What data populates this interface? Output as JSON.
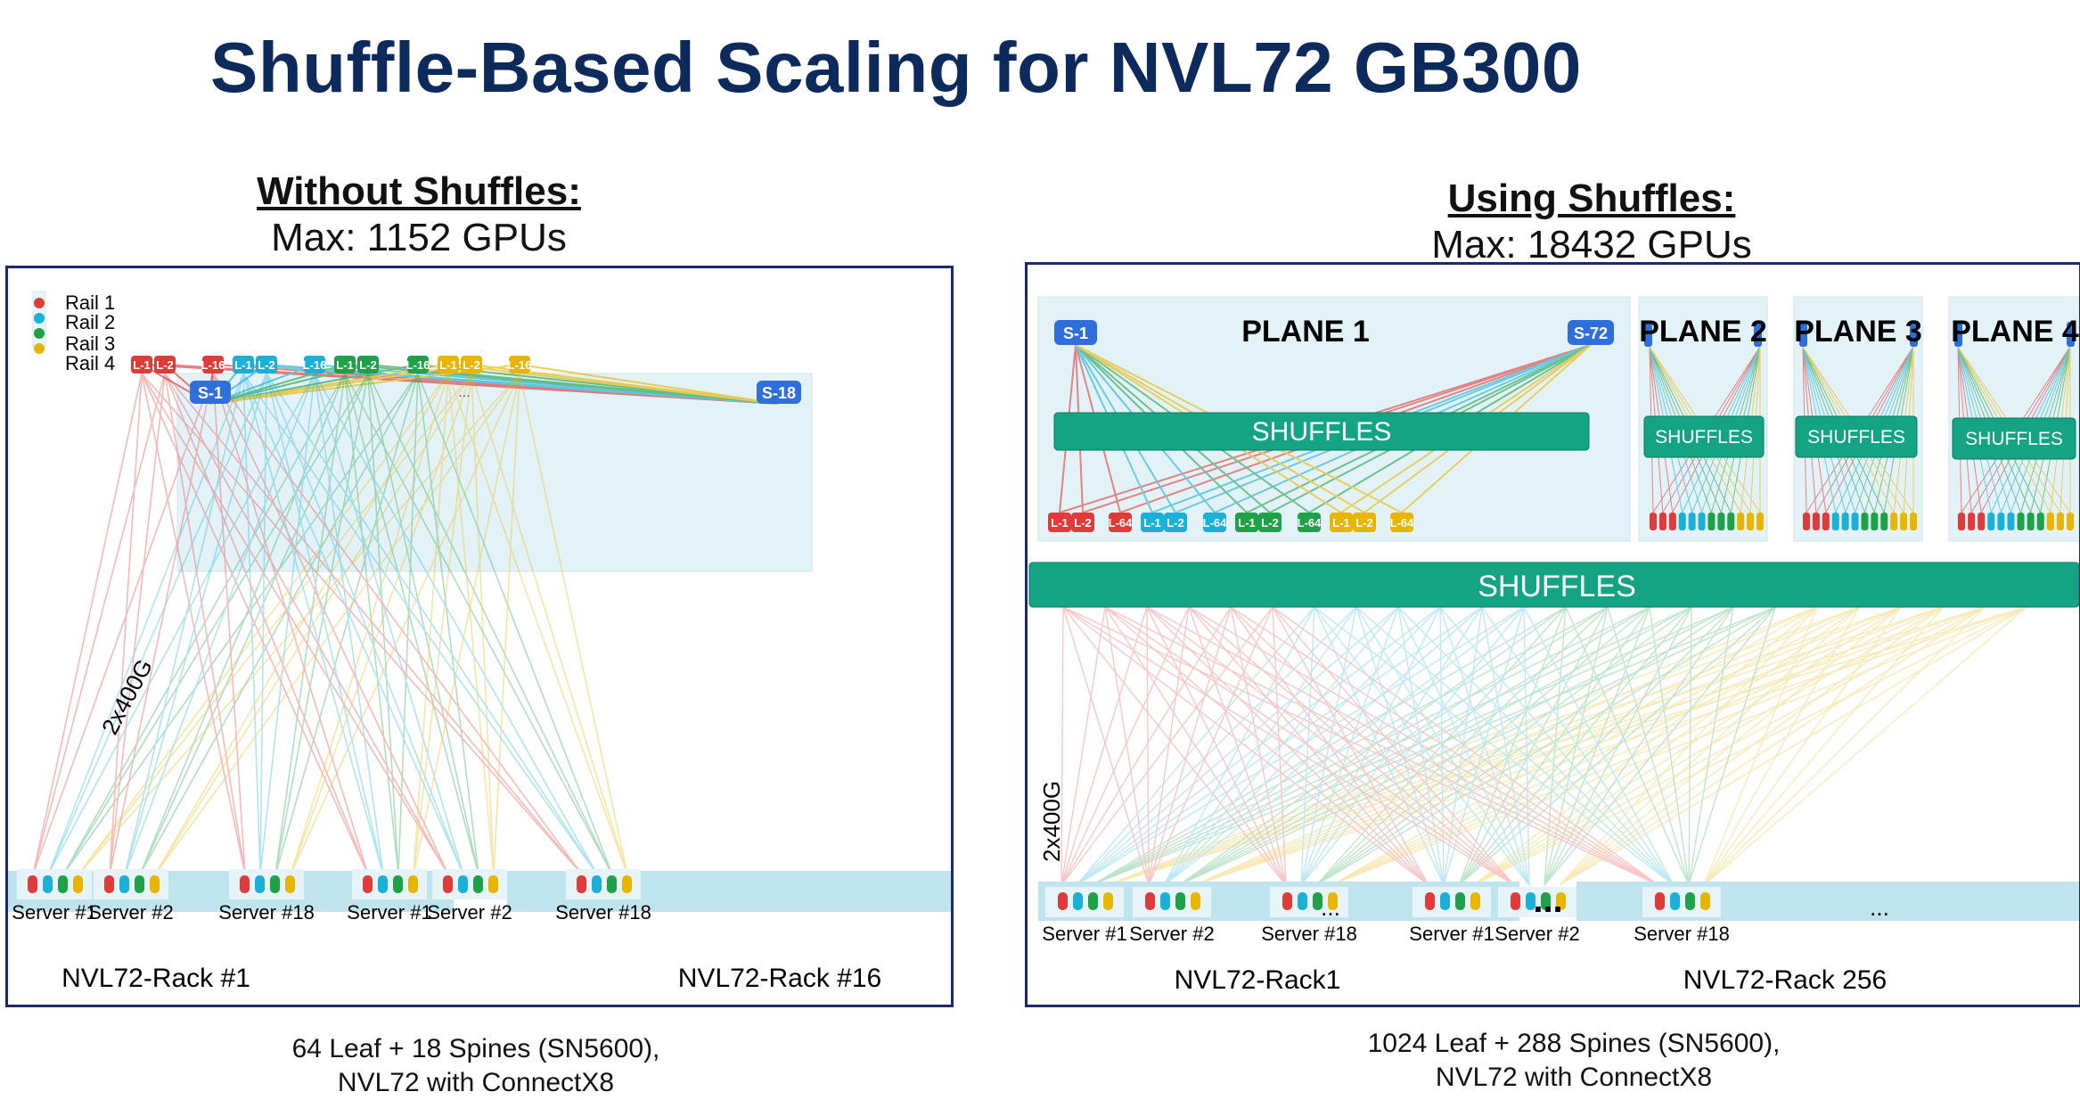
{
  "slide": {
    "title": "Shuffle-Based Scaling for NVL72 GB300"
  },
  "left": {
    "heading": "Without Shuffles:",
    "max": "Max: 1152 GPUs",
    "legend": [
      {
        "label": "Rail 1",
        "color": "#e03a3a"
      },
      {
        "label": "Rail 2",
        "color": "#1ab0d8"
      },
      {
        "label": "Rail 3",
        "color": "#1fa14a"
      },
      {
        "label": "Rail 4",
        "color": "#e8b500"
      }
    ],
    "spines": [
      "S-1",
      "S-18"
    ],
    "spine_ellipsis": "...",
    "leaves": [
      "L-1",
      "L-2",
      "L-16",
      "L-1",
      "L-2",
      "L-16",
      "L-1",
      "L-2",
      "L-16",
      "L-1",
      "L-2",
      "L-16"
    ],
    "link_label": "2x400G",
    "servers": [
      "Server #1",
      "Server #2",
      "Server #18",
      "Server #1",
      "Server #2",
      "Server #18"
    ],
    "racks": [
      "NVL72-Rack #1",
      "NVL72-Rack #16"
    ],
    "caption_line1": "64 Leaf + 18 Spines  (SN5600),",
    "caption_line2": "NVL72 with ConnectX8"
  },
  "right": {
    "heading": "Using Shuffles:",
    "max": "Max: 18432 GPUs",
    "planes": [
      "PLANE 1",
      "PLANE 2",
      "PLANE 3",
      "PLANE 4"
    ],
    "spines": [
      "S-1",
      "S-72"
    ],
    "shuffles": "SHUFFLES",
    "leaves": [
      "L-1",
      "L-2",
      "L-64",
      "L-1",
      "L-2",
      "L-64",
      "L-1",
      "L-2",
      "L-64",
      "L-1",
      "L-2",
      "L-64"
    ],
    "link_label": "2x400G",
    "ellipsis": "...",
    "servers": [
      "Server #1",
      "Server #2",
      "Server #18",
      "Server #1",
      "Server #2",
      "Server #18"
    ],
    "racks": [
      "NVL72-Rack1",
      "NVL72-Rack 256"
    ],
    "caption_line1": "1024 Leaf + 288 Spines  (SN5600),",
    "caption_line2": "NVL72 with ConnectX8"
  },
  "colors": {
    "rail1": "#e03a3a",
    "rail2": "#1ab0d8",
    "rail3": "#1fa14a",
    "rail4": "#e8b500",
    "spine": "#2f6fdc",
    "shuffle": "#14a383",
    "title": "#0d2a5c"
  }
}
